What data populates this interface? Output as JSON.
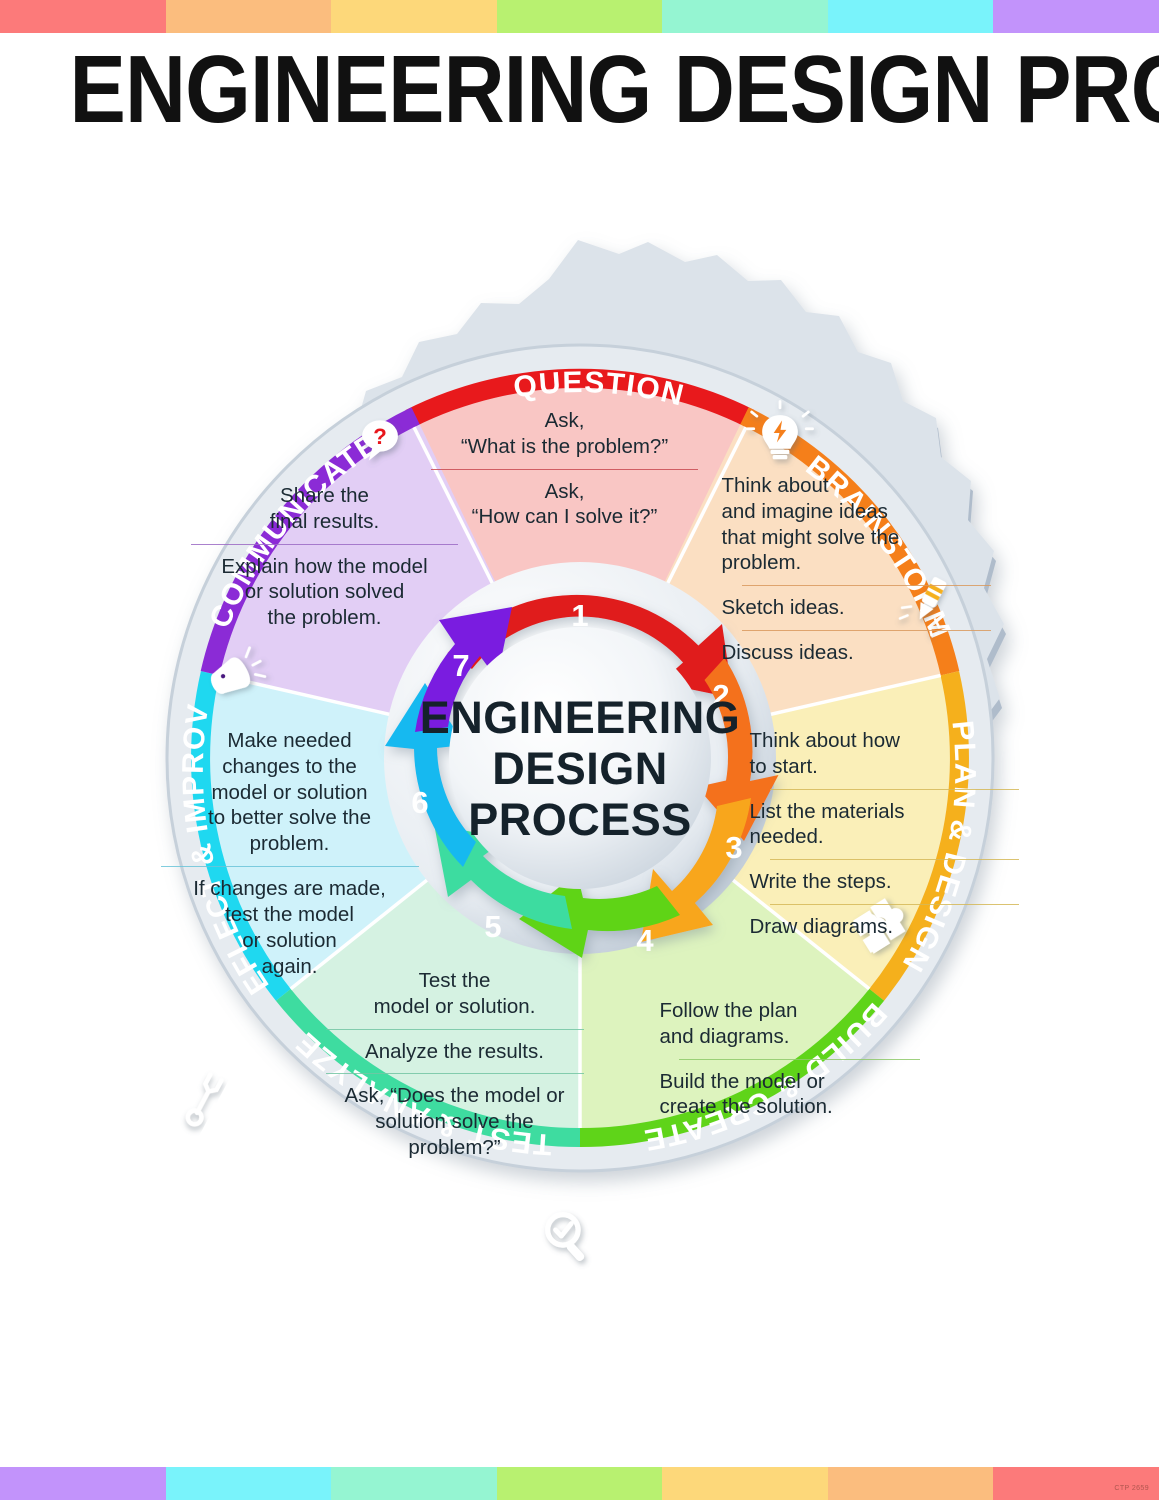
{
  "poster": {
    "title": "ENGINEERING DESIGN PROCESS",
    "code": "CTP 2659",
    "hub": {
      "line1": "ENGINEERING",
      "line2": "DESIGN",
      "line3": "PROCESS"
    }
  },
  "stripes_top": [
    "#FC7A7A",
    "#FBBD7E",
    "#FDD87A",
    "#B8F170",
    "#95F5D2",
    "#79F3FB",
    "#C293FB"
  ],
  "stripes_bottom": [
    "#C293FB",
    "#79F3FB",
    "#95F5D2",
    "#B8F170",
    "#FDD87A",
    "#FBBD7E",
    "#FC7A7A"
  ],
  "steps": [
    {
      "number": "1",
      "name": "QUESTION",
      "icon": "question-speech-bubble-icon",
      "band_color": "#E8191C",
      "fill_color": "#F9C6C4",
      "arrow_color": "#E01B1B",
      "rule_color": "#C94A52",
      "items": [
        "Ask,\n“What is the problem?”",
        "Ask,\n“How can I solve it?”"
      ]
    },
    {
      "number": "2",
      "name": "BRAINSTORM",
      "icon": "lightbulb-icon",
      "band_color": "#F57F1A",
      "fill_color": "#FBDFC2",
      "arrow_color": "#F4711A",
      "rule_color": "#D99A5E",
      "items": [
        "Think about\nand imagine ideas\nthat might solve the\nproblem.",
        "Sketch ideas.",
        "Discuss ideas."
      ]
    },
    {
      "number": "3",
      "name": "PLAN & DESIGN",
      "icon": "pencil-icon",
      "band_color": "#F5B01C",
      "fill_color": "#FAEFB8",
      "arrow_color": "#F8A61B",
      "rule_color": "#D5B958",
      "items": [
        "Think about how\nto start.",
        "List the materials\nneeded.",
        "Write the steps.",
        "Draw diagrams."
      ]
    },
    {
      "number": "4",
      "name": "BUILD & CREATE",
      "icon": "puzzle-piece-icon",
      "band_color": "#5FD419",
      "fill_color": "#DDF3BE",
      "arrow_color": "#5FD419",
      "rule_color": "#8EC96A",
      "items": [
        "Follow the plan\nand diagrams.",
        "Build the model or\ncreate the solution."
      ]
    },
    {
      "number": "5",
      "name": "TEST & ANALYZE",
      "icon": "magnifier-check-icon",
      "band_color": "#3EDCA0",
      "fill_color": "#D5F2E2",
      "arrow_color": "#3EDCA0",
      "rule_color": "#73C5A3",
      "items": [
        "Test the\nmodel or solution.",
        "Analyze the results.",
        "Ask, “Does the model or\nsolution solve the\nproblem?”"
      ]
    },
    {
      "number": "6",
      "name": "REFLECT & IMPROVE",
      "icon": "wrench-icon",
      "band_color": "#1FD8F0",
      "fill_color": "#CFF2FA",
      "arrow_color": "#19B9F0",
      "rule_color": "#6BC4D8",
      "items": [
        "Make needed\nchanges to the\nmodel or solution\nto better solve the\nproblem.",
        "If changes are made,\ntest the model\nor solution\nagain."
      ]
    },
    {
      "number": "7",
      "name": "COMMUNICATE",
      "icon": "megaphone-icon",
      "band_color": "#8B2BD6",
      "fill_color": "#E2CEF5",
      "arrow_color": "#7A1FE0",
      "rule_color": "#9B6BC4",
      "items": [
        "Share the\nfinal results.",
        "Explain how the model\nor solution solved\nthe problem."
      ]
    }
  ]
}
